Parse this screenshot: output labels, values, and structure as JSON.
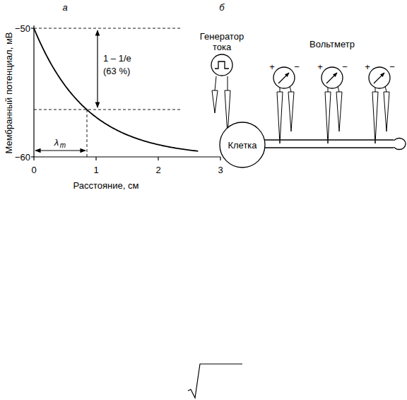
{
  "diagram": {
    "nodes": [
      {
        "text": [
          "Генератор тока"
        ]
      },
      {
        "text": [
          "Клетка"
        ]
      }
    ],
    "labels": [
      "а",
      "б",
      "−50",
      "−60",
      "0",
      "1",
      "2",
      "3",
      "Мембранный потенциал, мВ",
      "Расстояние, см",
      "1 – 1/e",
      "(63 %)",
      "λ",
      "m",
      "Вольтметр",
      "+",
      "−",
      "+",
      "−",
      "+",
      "−"
    ]
  }
}
